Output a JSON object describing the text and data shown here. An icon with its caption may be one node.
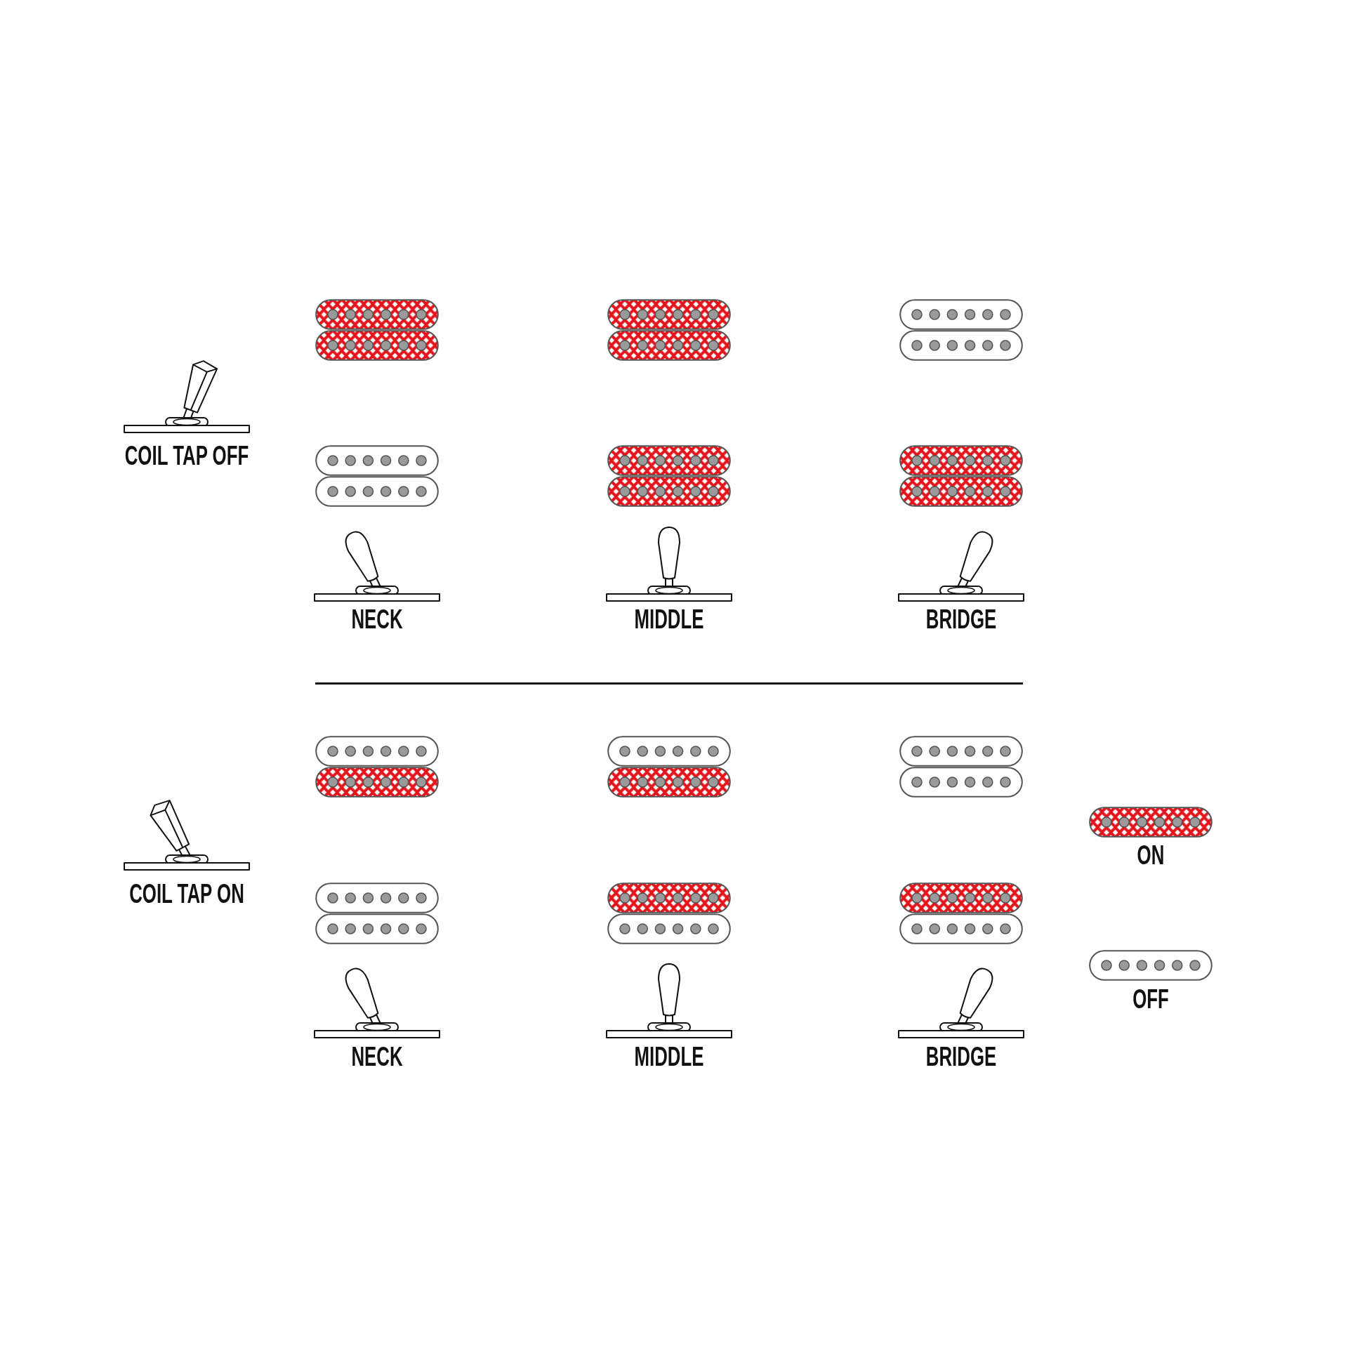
{
  "diagram": {
    "labels": [
      "COIL TAP OFF",
      "NECK",
      "MIDDLE",
      "BRIDGE",
      "COIL TAP ON",
      "NECK",
      "MIDDLE",
      "BRIDGE"
    ],
    "legend": [
      {
        "text": "ON"
      },
      {
        "text": "OFF"
      }
    ]
  }
}
